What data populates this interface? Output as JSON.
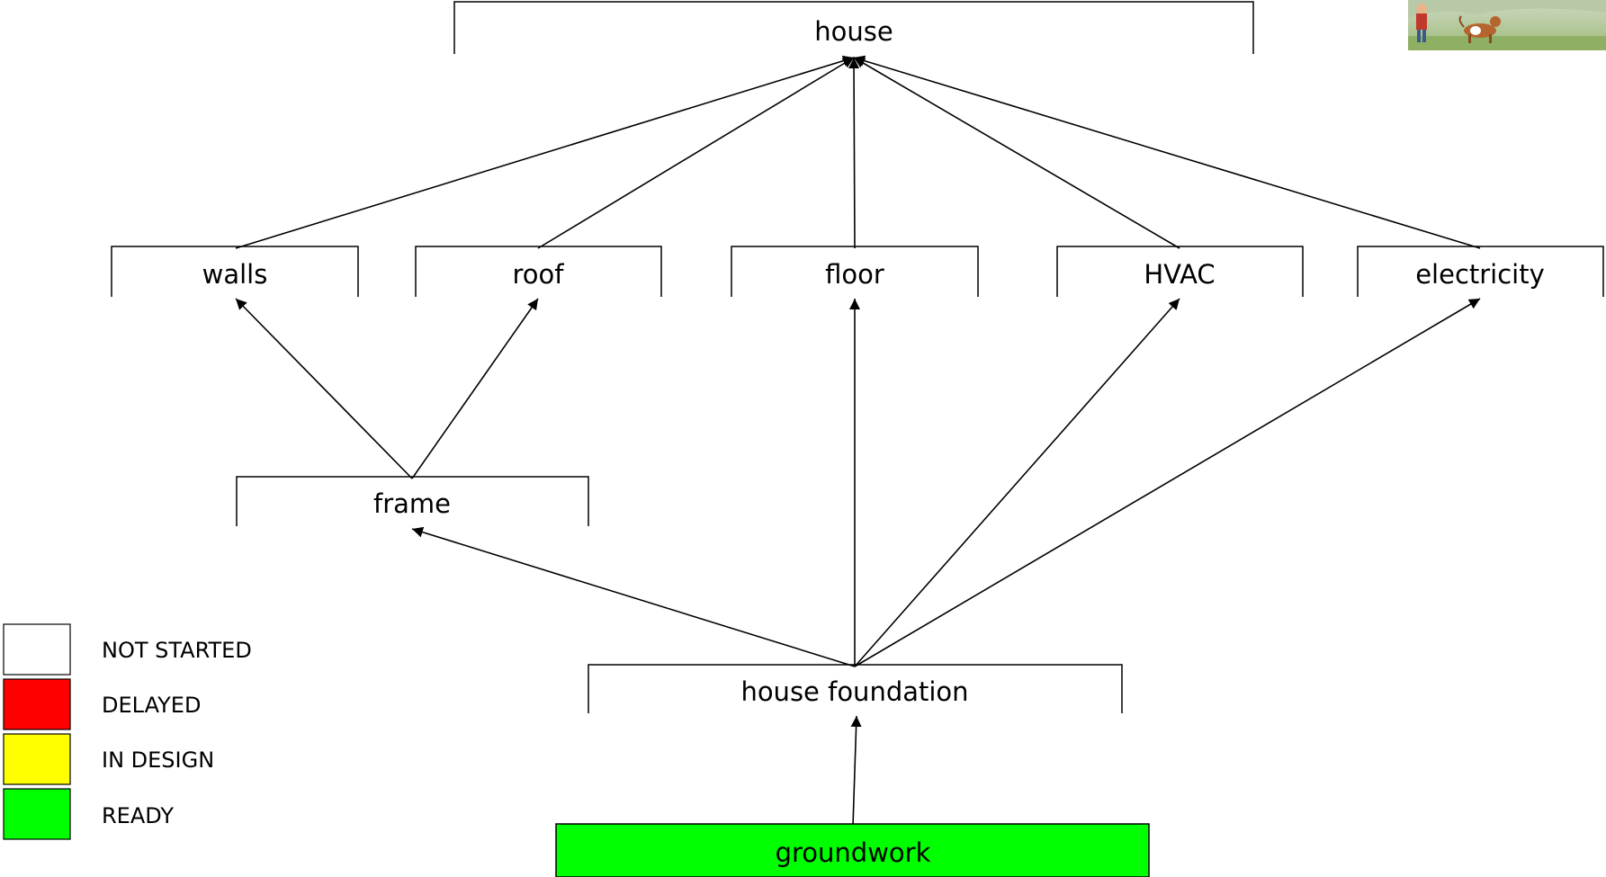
{
  "colors": {
    "not_started": "#ffffff",
    "delayed": "#ff0000",
    "in_design": "#ffff00",
    "ready": "#00ff00",
    "line": "#000000"
  },
  "nodes": {
    "house": {
      "label": "house",
      "status": "not_started"
    },
    "walls": {
      "label": "walls",
      "status": "not_started"
    },
    "roof": {
      "label": "roof",
      "status": "not_started"
    },
    "floor": {
      "label": "floor",
      "status": "not_started"
    },
    "hvac": {
      "label": "HVAC",
      "status": "not_started"
    },
    "electricity": {
      "label": "electricity",
      "status": "not_started"
    },
    "frame": {
      "label": "frame",
      "status": "not_started"
    },
    "foundation": {
      "label": "house foundation",
      "status": "not_started"
    },
    "groundwork": {
      "label": "groundwork",
      "status": "ready"
    }
  },
  "edges": [
    {
      "from": "walls",
      "to": "house"
    },
    {
      "from": "roof",
      "to": "house"
    },
    {
      "from": "floor",
      "to": "house"
    },
    {
      "from": "hvac",
      "to": "house"
    },
    {
      "from": "electricity",
      "to": "house"
    },
    {
      "from": "frame",
      "to": "walls"
    },
    {
      "from": "frame",
      "to": "roof"
    },
    {
      "from": "foundation",
      "to": "frame"
    },
    {
      "from": "foundation",
      "to": "floor"
    },
    {
      "from": "foundation",
      "to": "hvac"
    },
    {
      "from": "foundation",
      "to": "electricity"
    },
    {
      "from": "groundwork",
      "to": "foundation"
    }
  ],
  "legend": {
    "items": [
      {
        "label": "NOT STARTED",
        "status": "not_started"
      },
      {
        "label": "DELAYED",
        "status": "delayed"
      },
      {
        "label": "IN DESIGN",
        "status": "in_design"
      },
      {
        "label": "READY",
        "status": "ready"
      }
    ]
  },
  "thumbnail": {
    "icon": "boy-and-dog-illustration-icon"
  }
}
